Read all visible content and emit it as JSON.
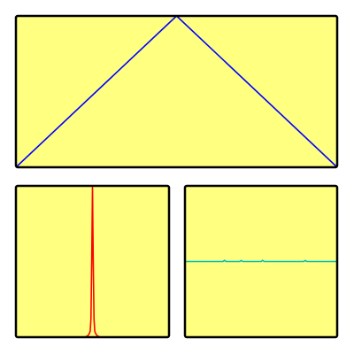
{
  "colors": {
    "panel_face": "#ffff80",
    "panel_border": "#000000",
    "page_background": "#ffffff",
    "triangle_line": "#0000ff",
    "spike_line": "#ff0000",
    "flat_line": "#00c0c0"
  },
  "chart_data": [
    {
      "type": "line",
      "panel": "top",
      "title": "",
      "xlabel": "",
      "ylabel": "",
      "axes_visible": false,
      "grid": false,
      "xlim": [
        0,
        1
      ],
      "ylim": [
        0,
        1
      ],
      "series": [
        {
          "color": "#0000ff",
          "x": [
            0,
            0.5,
            1
          ],
          "y": [
            0,
            1,
            0
          ]
        }
      ]
    },
    {
      "type": "line",
      "panel": "bottom-left",
      "title": "",
      "xlabel": "",
      "ylabel": "",
      "axes_visible": false,
      "grid": false,
      "xlim": [
        0,
        1
      ],
      "ylim": [
        0,
        1
      ],
      "series": [
        {
          "color": "#ff0000",
          "x": [
            0,
            0.45,
            0.47,
            0.48,
            0.485,
            0.49,
            0.495,
            0.5,
            0.505,
            0.51,
            0.515,
            0.52,
            0.53,
            0.55,
            1
          ],
          "y": [
            0,
            0,
            0.01,
            0.025,
            0.04,
            0.12,
            0.5,
            0.99,
            0.5,
            0.12,
            0.04,
            0.025,
            0.01,
            0,
            0
          ]
        }
      ]
    },
    {
      "type": "line",
      "panel": "bottom-right",
      "title": "",
      "xlabel": "",
      "ylabel": "",
      "axes_visible": false,
      "grid": false,
      "xlim": [
        0,
        1
      ],
      "ylim": [
        0,
        1
      ],
      "series": [
        {
          "color": "#00c0c0",
          "x": [
            0,
            0.25,
            0.26,
            0.27,
            0.36,
            0.37,
            0.38,
            0.5,
            0.51,
            0.52,
            0.78,
            0.79,
            0.8,
            1
          ],
          "y": [
            0.5,
            0.5,
            0.508,
            0.5,
            0.5,
            0.507,
            0.5,
            0.5,
            0.508,
            0.5,
            0.5,
            0.507,
            0.5,
            0.5
          ]
        }
      ]
    }
  ]
}
